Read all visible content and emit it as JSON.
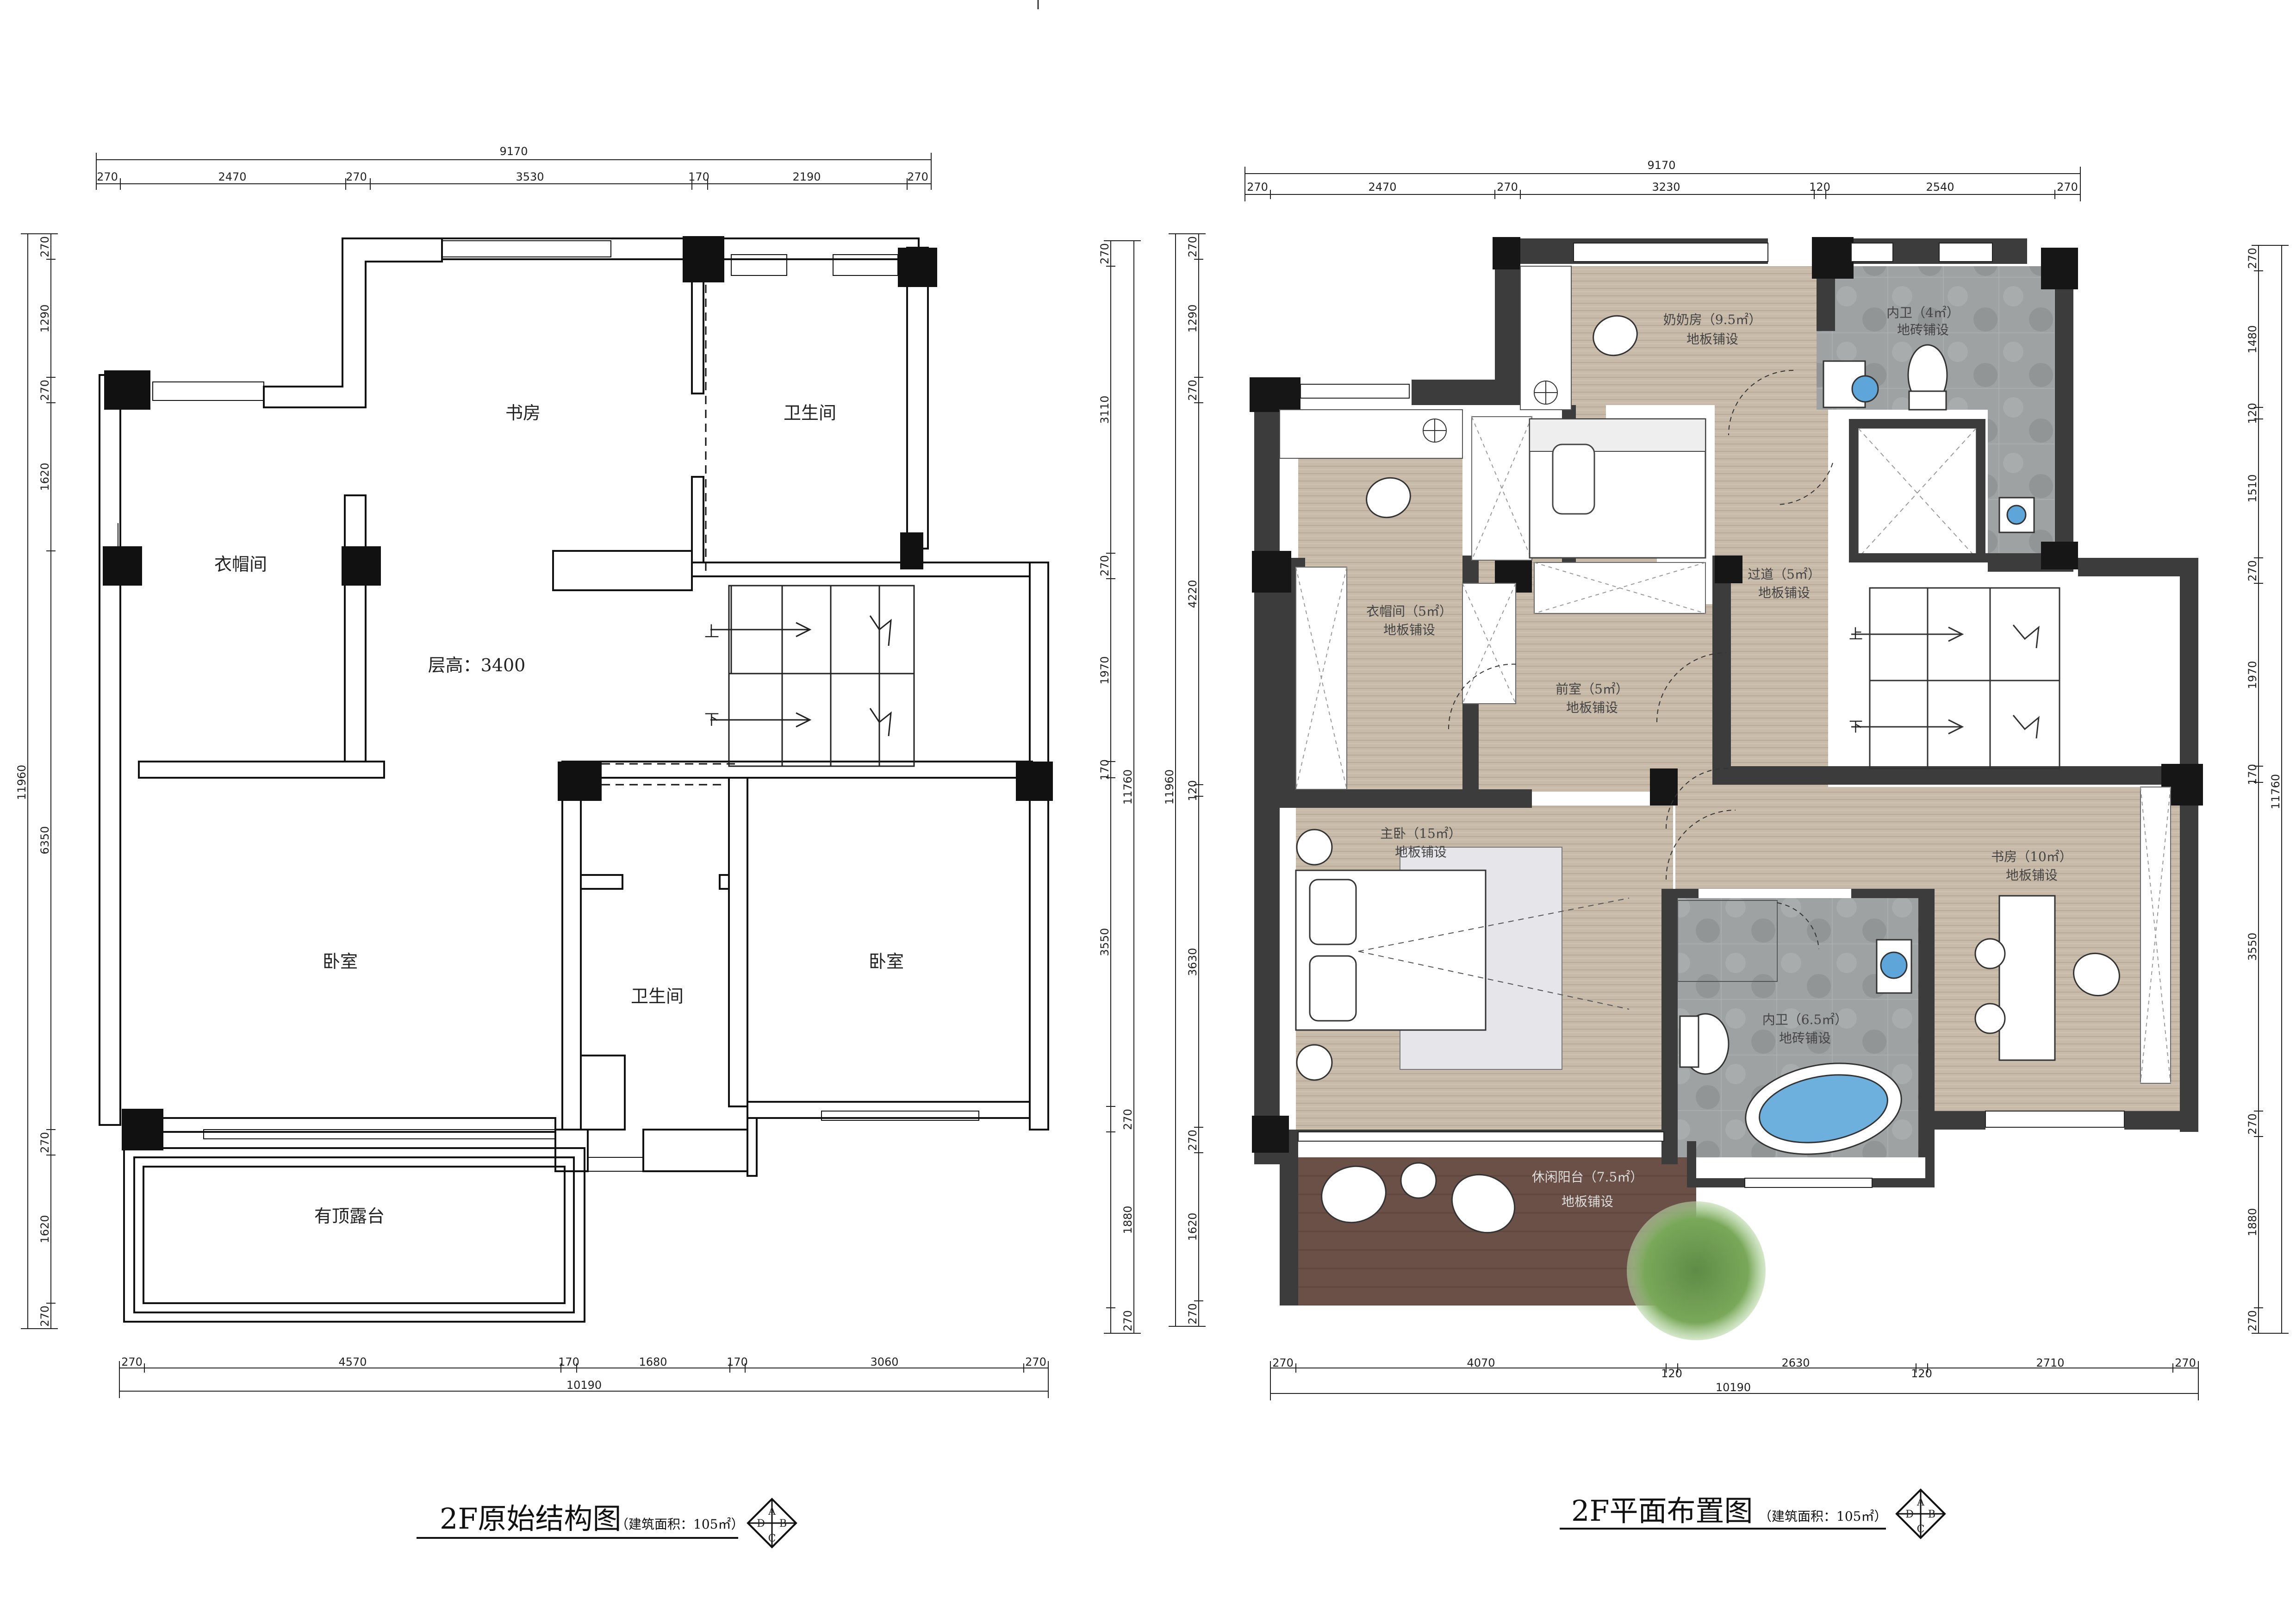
{
  "left_plan": {
    "title": "2F原始结构图",
    "area": "（建筑面积：105㎡）",
    "rooms": {
      "study": "书房",
      "bath_top": "卫生间",
      "cloak": "衣帽间",
      "height": "层高：3400",
      "up": "上",
      "down": "下",
      "bed_left": "卧室",
      "bath_mid": "卫生间",
      "bed_right": "卧室",
      "terrace": "有顶露台"
    },
    "dims": {
      "top_total": "9170",
      "top": [
        "270",
        "2470",
        "270",
        "3530",
        "170",
        "2190",
        "270"
      ],
      "bottom_total": "10190",
      "bottom": [
        "270",
        "4570",
        "170",
        "1680",
        "170",
        "3060",
        "270"
      ],
      "left_total": "11960",
      "left": [
        "270",
        "1290",
        "270",
        "1620",
        "6350",
        "270",
        "1620",
        "270"
      ],
      "right_total": "11760",
      "right": [
        "270",
        "3110",
        "270",
        "1970",
        "170",
        "3550",
        "270",
        "1880",
        "270"
      ]
    }
  },
  "right_plan": {
    "title": "2F平面布置图",
    "area": "（建筑面积：105㎡）",
    "rooms": {
      "nanny": "奶奶房（9.5㎡）",
      "nanny_f": "地板铺设",
      "bath_in1": "内卫（4㎡）",
      "bath_in1_f": "地砖铺设",
      "cloak": "衣帽间（5㎡）",
      "cloak_f": "地板铺设",
      "corridor": "过道（5㎡）",
      "corridor_f": "地板铺设",
      "front": "前室（5㎡）",
      "front_f": "地板铺设",
      "master": "主卧（15㎡）",
      "master_f": "地板铺设",
      "bath_in2": "内卫（6.5㎡）",
      "bath_in2_f": "地砖铺设",
      "study": "书房（10㎡）",
      "study_f": "地板铺设",
      "balcony": "休闲阳台（7.5㎡）",
      "balcony_f": "地板铺设",
      "up": "上",
      "down": "下"
    },
    "dims": {
      "top_total": "9170",
      "top": [
        "270",
        "2470",
        "270",
        "3230",
        "120",
        "2540",
        "270"
      ],
      "bottom_total": "10190",
      "bottom": [
        "270",
        "4070",
        "120",
        "2630",
        "120",
        "2710",
        "270"
      ],
      "left_total": "11960",
      "left": [
        "270",
        "1290",
        "270",
        "4220",
        "120",
        "3630",
        "270",
        "1620",
        "270"
      ],
      "right_total": "11760",
      "right": [
        "270",
        "1480",
        "120",
        "1510",
        "270",
        "1970",
        "170",
        "3550",
        "270",
        "1880",
        "270"
      ]
    }
  },
  "compass_letters": [
    "A",
    "B",
    "C",
    "D"
  ],
  "colors": {
    "wall": "#3a3a3a",
    "wood": "#c9bcad",
    "tile": "#9ea0a0",
    "deck": "#6a5148",
    "line": "#222222"
  }
}
